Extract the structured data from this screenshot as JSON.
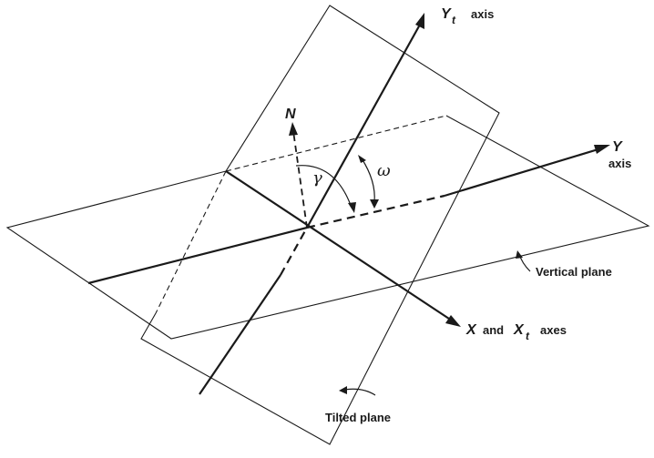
{
  "labels": {
    "yt_axis": {
      "symbol": "Y",
      "subscript": "t",
      "text": "axis"
    },
    "y_axis": {
      "symbol": "Y",
      "text": "axis"
    },
    "x_axes": {
      "symbol1": "X",
      "and": "and",
      "symbol2": "X",
      "subscript": "t",
      "text": "axes"
    },
    "normal": "N",
    "gamma": "γ",
    "omega": "ω",
    "vertical_plane": "Vertical plane",
    "tilted_plane": "Tilted plane"
  }
}
